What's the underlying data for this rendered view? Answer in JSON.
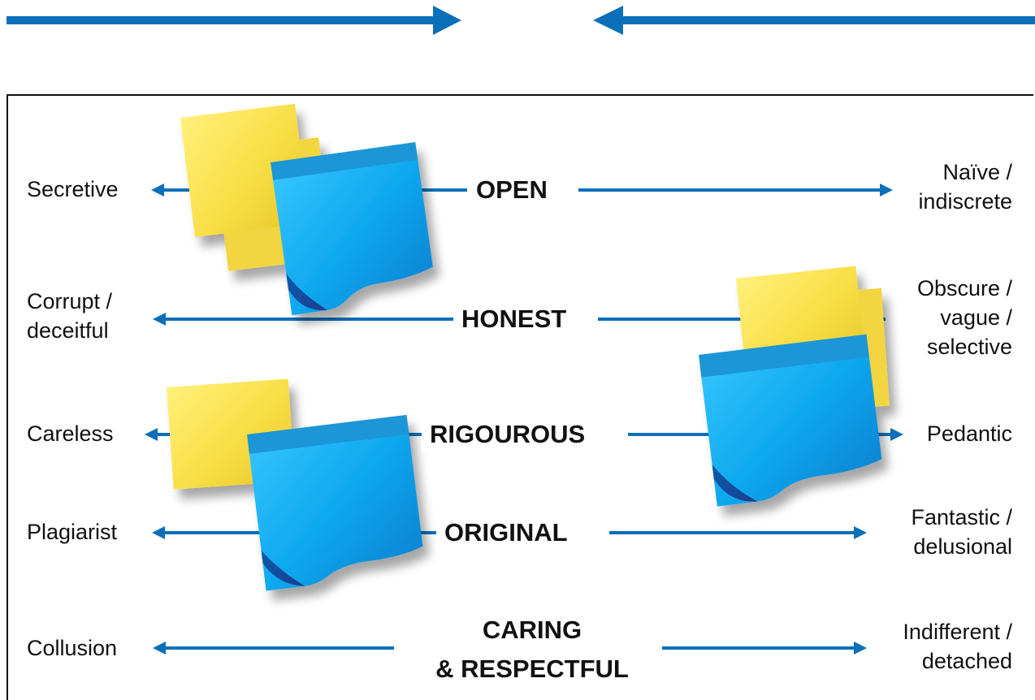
{
  "colors": {
    "arrow": "#0B6FBA",
    "note_yellow": "#F8DE45",
    "note_blue": "#0EA8EE",
    "text": "#111111"
  },
  "top_arrows": {
    "left_direction": "right",
    "right_direction": "left"
  },
  "dimensions": [
    {
      "left": "Secretive",
      "center": "OPEN",
      "right": [
        "Naïve /",
        "indiscrete"
      ]
    },
    {
      "left": [
        "Corrupt /",
        "deceitful"
      ],
      "center": "HONEST",
      "right": [
        "Obscure /",
        "vague /",
        "selective"
      ]
    },
    {
      "left": "Careless",
      "center": "RIGOUROUS",
      "right": "Pedantic"
    },
    {
      "left": "Plagiarist",
      "center": "ORIGINAL",
      "right": [
        "Fantastic /",
        "delusional"
      ]
    },
    {
      "left": "Collusion",
      "center": [
        "CARING",
        "& RESPECTFUL"
      ],
      "right": [
        "Indifferent /",
        "detached"
      ]
    }
  ],
  "icons": [
    "sticky-note-icon",
    "arrow-left-icon",
    "arrow-right-icon"
  ]
}
